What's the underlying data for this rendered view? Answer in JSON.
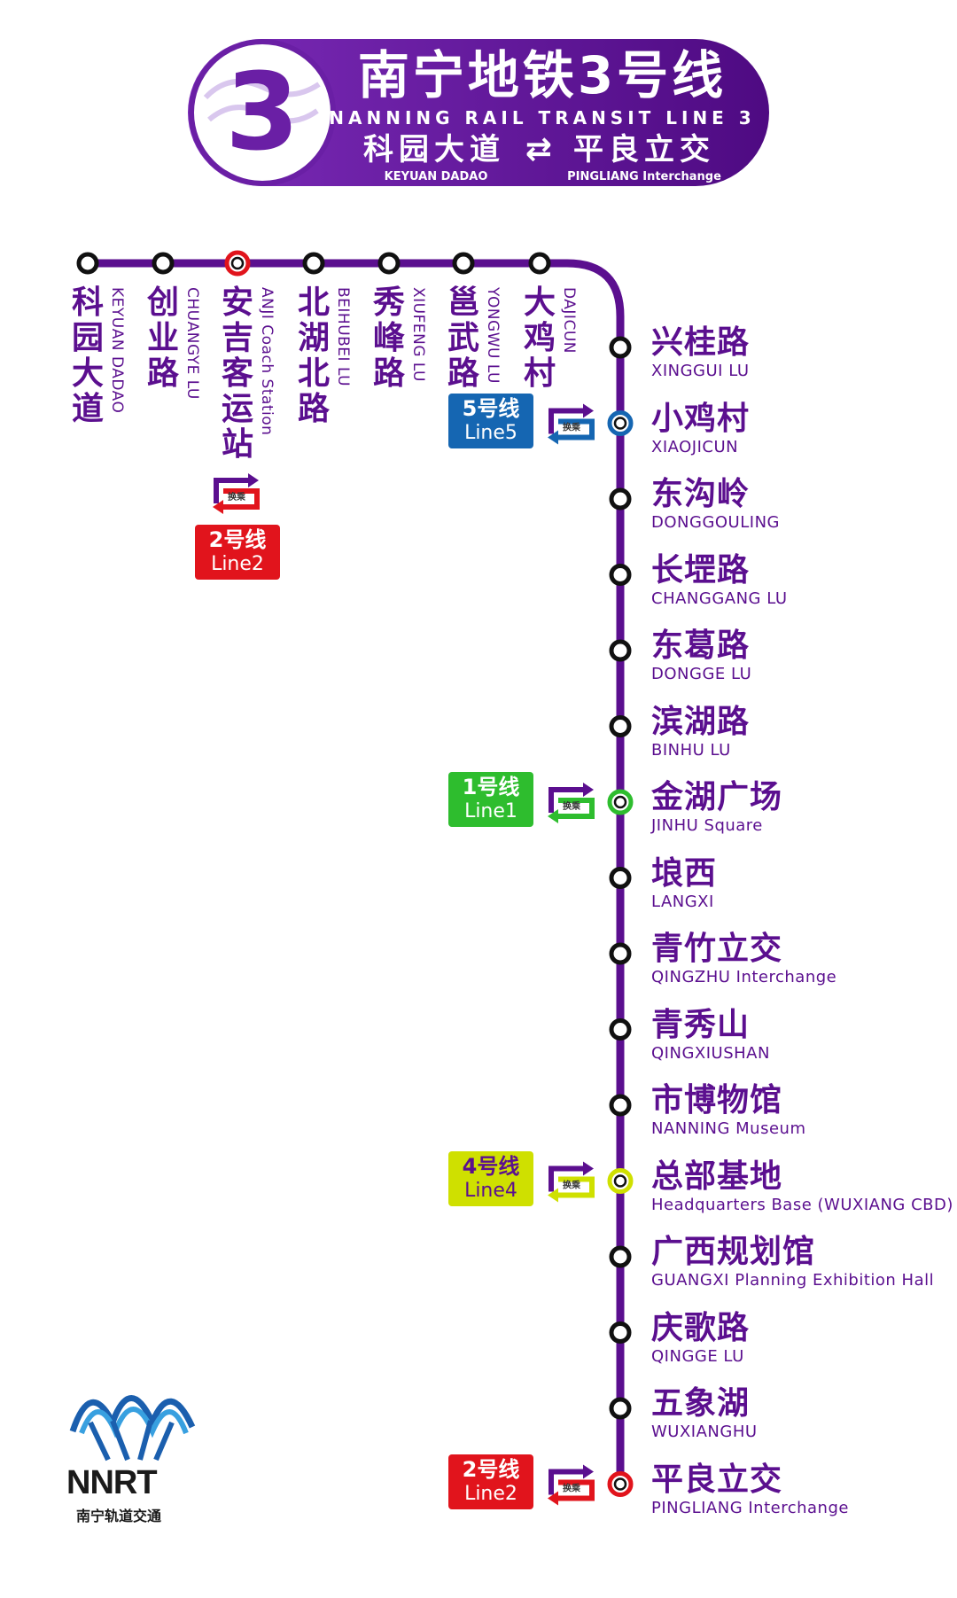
{
  "header": {
    "line_number": "3",
    "title_cn": "南宁地铁3号线",
    "title_en": "NANNING RAIL TRANSIT LINE 3",
    "from_cn": "科园大道",
    "to_cn": "平良立交",
    "arrow": "⇄",
    "from_en": "KEYUAN DADAO",
    "to_en": "PINGLIANG Interchange"
  },
  "colors": {
    "line3": "#5B0F8F",
    "line1": "#2EBD2E",
    "line2": "#E1141C",
    "line4": "#CFE000",
    "line5": "#1566B2"
  },
  "top_stations": [
    {
      "cn": "科园大道",
      "en": "KEYUAN DADAO"
    },
    {
      "cn": "创业路",
      "en": "CHUANGYE LU"
    },
    {
      "cn": "安吉客运站",
      "en": "ANJI Coach Station",
      "transfer": "line2"
    },
    {
      "cn": "北湖北路",
      "en": "BEIHUBEI LU"
    },
    {
      "cn": "秀峰路",
      "en": "XIUFENG LU"
    },
    {
      "cn": "邕武路",
      "en": "YONGWU LU"
    },
    {
      "cn": "大鸡村",
      "en": "DAJICUN"
    }
  ],
  "side_stations": [
    {
      "cn": "兴桂路",
      "en": "XINGGUI LU"
    },
    {
      "cn": "小鸡村",
      "en": "XIAOJICUN",
      "transfer": "line5"
    },
    {
      "cn": "东沟岭",
      "en": "DONGGOULING"
    },
    {
      "cn": "长堽路",
      "en": "CHANGGANG LU"
    },
    {
      "cn": "东葛路",
      "en": "DONGGE LU"
    },
    {
      "cn": "滨湖路",
      "en": "BINHU LU"
    },
    {
      "cn": "金湖广场",
      "en": "JINHU Square",
      "transfer": "line1"
    },
    {
      "cn": "埌西",
      "en": "LANGXI"
    },
    {
      "cn": "青竹立交",
      "en": "QINGZHU Interchange"
    },
    {
      "cn": "青秀山",
      "en": "QINGXIUSHAN"
    },
    {
      "cn": "市博物馆",
      "en": "NANNING Museum"
    },
    {
      "cn": "总部基地",
      "en": "Headquarters Base (WUXIANG CBD)",
      "transfer": "line4"
    },
    {
      "cn": "广西规划馆",
      "en": "GUANGXI Planning Exhibition Hall"
    },
    {
      "cn": "庆歌路",
      "en": "QINGGE LU"
    },
    {
      "cn": "五象湖",
      "en": "WUXIANGHU"
    },
    {
      "cn": "平良立交",
      "en": "PINGLIANG Interchange",
      "transfer": "line2"
    }
  ],
  "badges": {
    "line5": {
      "cn": "5号线",
      "en": "Line5"
    },
    "line1": {
      "cn": "1号线",
      "en": "Line1"
    },
    "line4": {
      "cn": "4号线",
      "en": "Line4"
    },
    "line2": {
      "cn": "2号线",
      "en": "Line2"
    }
  },
  "transfer_icon": {
    "cn": "换乘",
    "en": "TRANSFER",
    "icon": "transfer-arrows-icon"
  },
  "logo": {
    "text": "NNRT",
    "cn": "南宁轨道交通",
    "icon": "nnrt-logo-icon"
  }
}
